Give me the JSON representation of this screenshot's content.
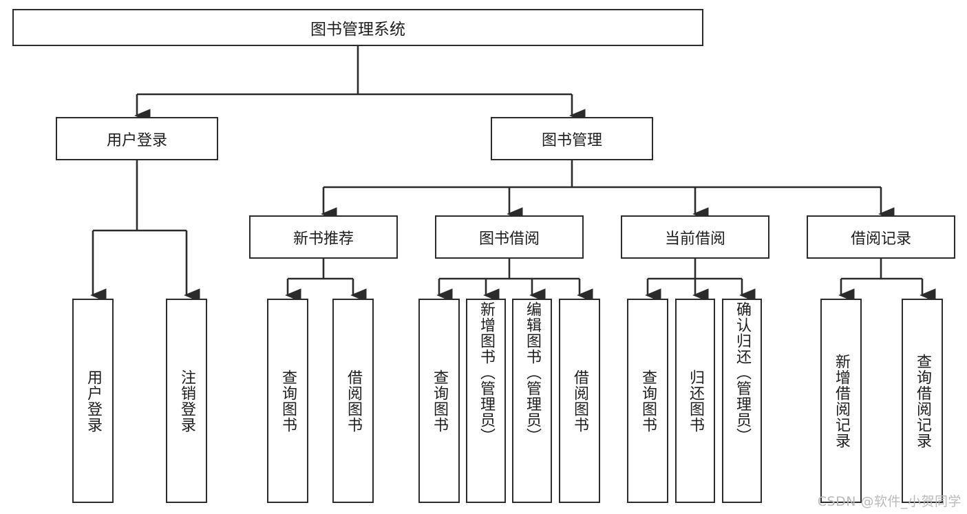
{
  "diagram": {
    "title": "图书管理系统",
    "type": "功能结构图",
    "background_color": "#ffffff",
    "line_color": "#2b2b2b",
    "text_color": "#1d1d1d"
  },
  "root": {
    "label": "图书管理系统"
  },
  "level2": [
    {
      "label": "用户登录"
    },
    {
      "label": "图书管理"
    }
  ],
  "level3": [
    {
      "label": "新书推荐"
    },
    {
      "label": "图书借阅"
    },
    {
      "label": "当前借阅"
    },
    {
      "label": "借阅记录"
    }
  ],
  "leaves": {
    "user_login": [
      {
        "label": "用户登录"
      },
      {
        "label": "注销登录"
      }
    ],
    "new_book_recommend": [
      {
        "label": "查询图书"
      },
      {
        "label": "借阅图书"
      }
    ],
    "book_borrow": [
      {
        "label": "查询图书"
      },
      {
        "label": "新增图书（管理员）"
      },
      {
        "label": "编辑图书（管理员）"
      },
      {
        "label": "借阅图书"
      }
    ],
    "current_borrow": [
      {
        "label": "查询图书"
      },
      {
        "label": "归还图书"
      },
      {
        "label": "确认归还（管理员）"
      }
    ],
    "borrow_records": [
      {
        "label": "新增借阅记录"
      },
      {
        "label": "查询借阅记录"
      }
    ]
  },
  "watermark": {
    "text": "CSDN @软件_小贺同学"
  }
}
